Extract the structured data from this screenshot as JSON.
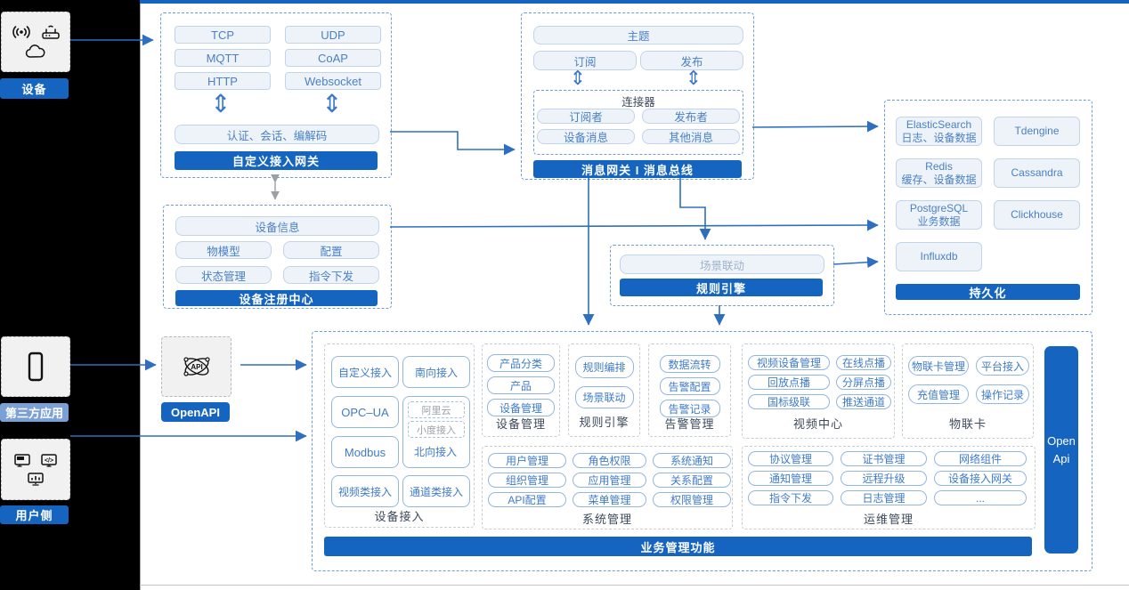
{
  "palette": {
    "primary": "#1565c0",
    "light_badge": "#7ba0d6",
    "chip_text": "#3f7bc8",
    "box_border": "#6f9bd6",
    "arrow": "#2e6fc0"
  },
  "left_rail": {
    "groups": [
      {
        "label": "设备",
        "icons": [
          "wireless-signal-icon",
          "smart-router-icon",
          "cloud-icon"
        ]
      },
      {
        "label": "第三方应用",
        "icons": [
          "phone-icon"
        ]
      },
      {
        "label": "用户侧",
        "icons": [
          "app-window-icon",
          "code-window-icon",
          "chart-monitor-icon"
        ]
      }
    ]
  },
  "custom_gateway": {
    "protocols": [
      "TCP",
      "UDP",
      "MQTT",
      "CoAP",
      "HTTP",
      "Websocket"
    ],
    "middleware": "认证、会话、编解码",
    "title": "自定义接入网关"
  },
  "device_registry": {
    "info": "设备信息",
    "items": [
      "物模型",
      "配置",
      "状态管理",
      "指令下发"
    ],
    "title": "设备注册中心"
  },
  "message_gateway": {
    "topic": "主题",
    "subscribe": "订阅",
    "publish": "发布",
    "connector": {
      "title": "连接器",
      "items": [
        "订阅者",
        "发布者",
        "设备消息",
        "其他消息"
      ]
    },
    "title": "消息网关 I 消息总线"
  },
  "persistence": {
    "stores": [
      [
        "ElasticSearch",
        "日志、设备数据"
      ],
      [
        "Tdengine"
      ],
      [
        "Redis",
        "缓存、设备数据"
      ],
      [
        "Cassandra"
      ],
      [
        "PostgreSQL",
        "业务数据"
      ],
      [
        "Clickhouse"
      ],
      [
        "Influxdb"
      ]
    ],
    "title": "持久化"
  },
  "rule_engine_box": {
    "item": "场景联动",
    "title": "规则引擎"
  },
  "openapi_label": "OpenAPI",
  "business": {
    "device_access": {
      "label": "设备接入",
      "items": [
        "自定义接入",
        "南向接入",
        "OPC–UA",
        "Modbus",
        "视频类接入",
        "通道类接入"
      ],
      "north_access": {
        "label": "北向接入",
        "items": [
          "阿里云",
          "小度接入"
        ]
      }
    },
    "device_mgmt": {
      "label": "设备管理",
      "items": [
        "产品分类",
        "产品",
        "设备管理"
      ]
    },
    "rule_engine": {
      "label": "规则引擎",
      "items": [
        "规则编排",
        "场景联动"
      ]
    },
    "alarm": {
      "label": "告警管理",
      "items": [
        "数据流转",
        "告警配置",
        "告警记录"
      ]
    },
    "video": {
      "label": "视频中心",
      "items": [
        "视频设备管理",
        "在线点播",
        "回放点播",
        "分屏点播",
        "国标级联",
        "推送通道"
      ]
    },
    "iot_card": {
      "label": "物联卡",
      "items": [
        "物联卡管理",
        "平台接入",
        "充值管理",
        "操作记录"
      ]
    },
    "system": {
      "label": "系统管理",
      "items": [
        "用户管理",
        "角色权限",
        "系统通知",
        "组织管理",
        "应用管理",
        "关系配置",
        "API配置",
        "菜单管理",
        "权限管理"
      ]
    },
    "ops": {
      "label": "运维管理",
      "items": [
        "协议管理",
        "证书管理",
        "网络组件",
        "通知管理",
        "远程升级",
        "设备接入网关",
        "指令下发",
        "日志管理",
        "..."
      ]
    },
    "open_api_bar": [
      "Open",
      "Api"
    ],
    "banner": "业务管理功能"
  }
}
